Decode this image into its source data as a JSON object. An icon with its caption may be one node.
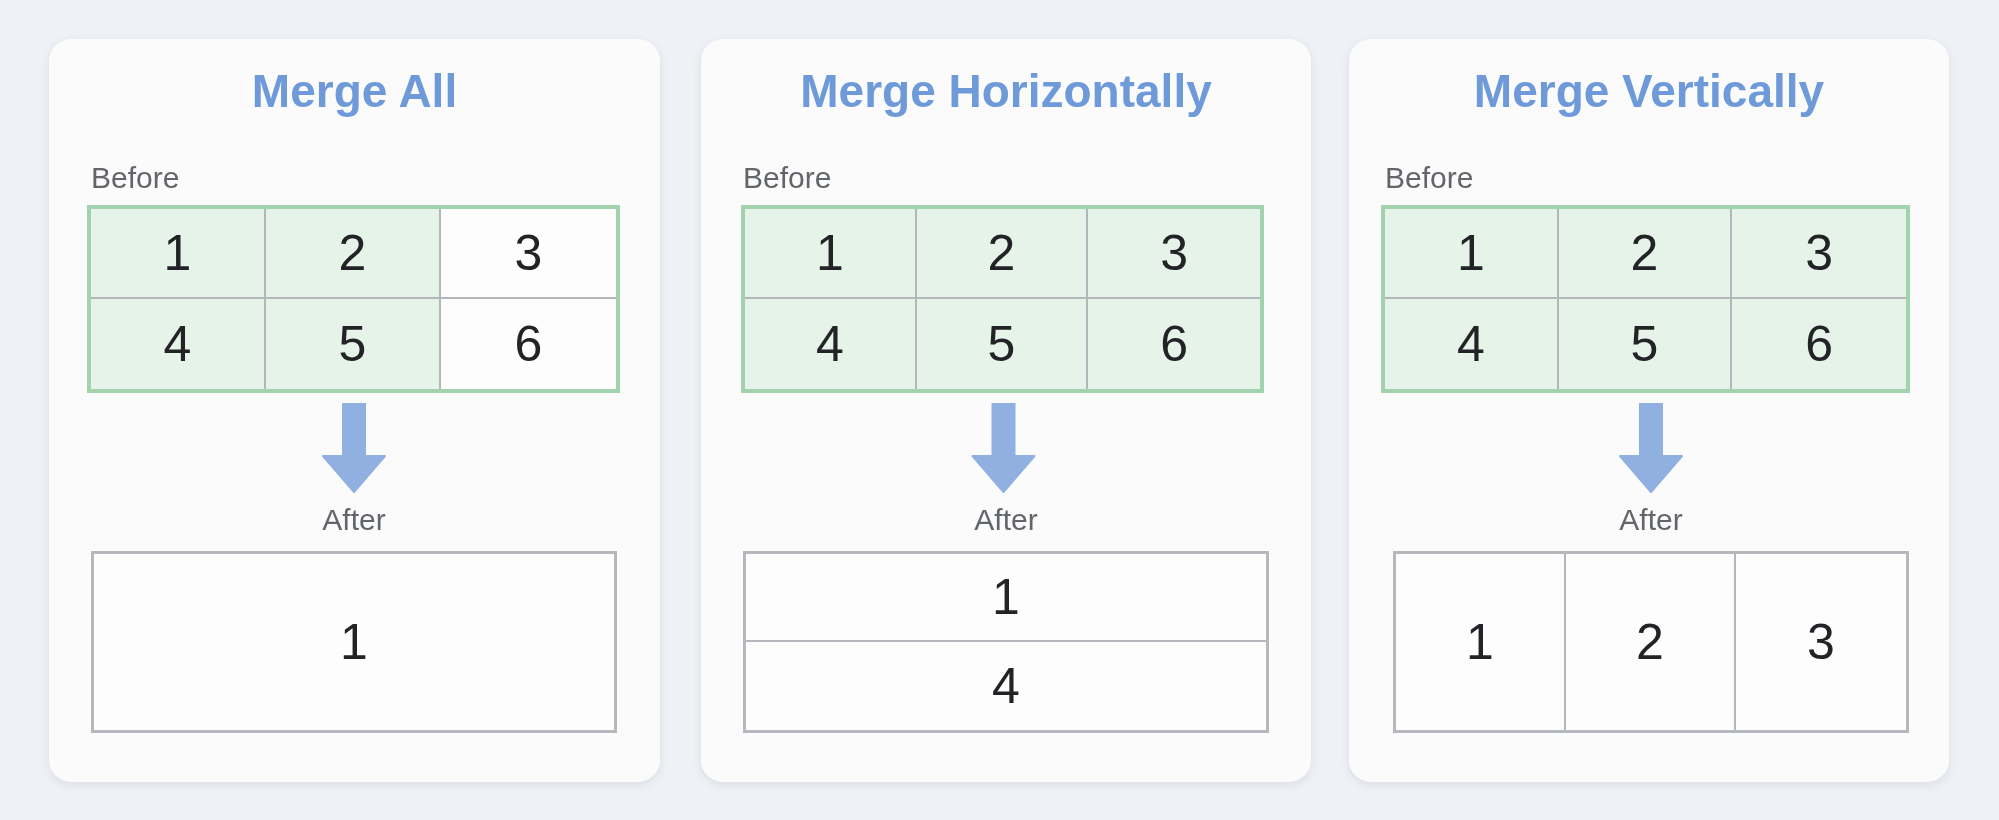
{
  "diagram": {
    "nodes": [
      {
        "text": [
          "Merge All"
        ]
      },
      {
        "text": [
          "Before"
        ],
        "in": 0
      },
      {
        "text": [
          "1"
        ],
        "in": 1
      },
      {
        "text": [
          "2"
        ],
        "in": 1
      },
      {
        "text": [
          "3"
        ],
        "in": 1
      },
      {
        "text": [
          "4"
        ],
        "in": 1
      },
      {
        "text": [
          "5"
        ],
        "in": 1
      },
      {
        "text": [
          "6"
        ],
        "in": 1
      },
      {
        "text": [
          "After"
        ],
        "in": 0
      },
      {
        "text": [
          "1"
        ],
        "in": 8
      },
      {
        "text": [
          "Merge Horizontally"
        ]
      },
      {
        "text": [
          "Before"
        ],
        "in": 10
      },
      {
        "text": [
          "1"
        ],
        "in": 11
      },
      {
        "text": [
          "2"
        ],
        "in": 11
      },
      {
        "text": [
          "3"
        ],
        "in": 11
      },
      {
        "text": [
          "4"
        ],
        "in": 11
      },
      {
        "text": [
          "5"
        ],
        "in": 11
      },
      {
        "text": [
          "6"
        ],
        "in": 11
      },
      {
        "text": [
          "After"
        ],
        "in": 10
      },
      {
        "text": [
          "1"
        ],
        "in": 18
      },
      {
        "text": [
          "4"
        ],
        "in": 18
      },
      {
        "text": [
          "Merge Vertically"
        ]
      },
      {
        "text": [
          "Before"
        ],
        "in": 21
      },
      {
        "text": [
          "1"
        ],
        "in": 22
      },
      {
        "text": [
          "2"
        ],
        "in": 22
      },
      {
        "text": [
          "3"
        ],
        "in": 22
      },
      {
        "text": [
          "4"
        ],
        "in": 22
      },
      {
        "text": [
          "5"
        ],
        "in": 22
      },
      {
        "text": [
          "6"
        ],
        "in": 22
      },
      {
        "text": [
          "After"
        ],
        "in": 21
      },
      {
        "text": [
          "1"
        ],
        "in": 29
      },
      {
        "text": [
          "2"
        ],
        "in": 29
      },
      {
        "text": [
          "3"
        ],
        "in": 29
      }
    ],
    "edges": [
      {
        "from": 1,
        "to": 8,
        "arrow": "to"
      },
      {
        "from": 11,
        "to": 18,
        "arrow": "to"
      },
      {
        "from": 22,
        "to": 29,
        "arrow": "to"
      }
    ]
  }
}
